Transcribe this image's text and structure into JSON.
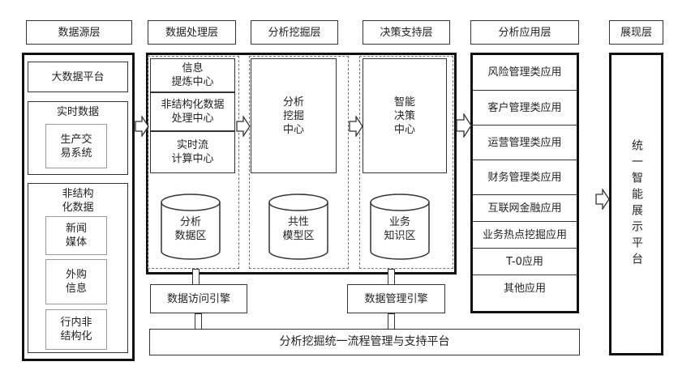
{
  "headers": {
    "data_source": "数据源层",
    "data_processing": "数据处理层",
    "analysis_mining": "分析挖掘层",
    "decision_support": "决策支持层",
    "analysis_application": "分析应用层",
    "presentation": "展现层"
  },
  "data_source": {
    "big_data_platform": "大数据平台",
    "realtime_data": "实时数据",
    "production_trading": "生产交\n易系统",
    "unstructured_data": "非结构\n化数据",
    "news_media": "新闻\n媒体",
    "purchased_info": "外购\n信息",
    "in_bank_unstructured": "行内非\n结构化"
  },
  "processing": {
    "info_refining": "信息\n提炼中心",
    "unstructured_processing": "非结构化数据\n处理中心",
    "stream_computing": "实时流\n计算中心",
    "analysis_data_zone": "分析\n数据区"
  },
  "mining": {
    "analysis_mining_center": "分析\n挖掘\n中心",
    "common_model_zone": "共性\n模型区"
  },
  "decision": {
    "smart_decision_center": "智能\n决策\n中心",
    "business_knowledge_zone": "业务\n知识区"
  },
  "applications": [
    "风险管理类应用",
    "客户管理类应用",
    "运营管理类应用",
    "财务管理类应用",
    "互联网金融应用",
    "业务热点挖掘应用",
    "T-0应用",
    "其他应用"
  ],
  "presentation": {
    "unified_display": "统一智能展示平台"
  },
  "engines": {
    "data_access": "数据访问引擎",
    "data_management": "数据管理引擎"
  },
  "platform": {
    "unified_process": "分析挖掘统一流程管理与支持平台"
  }
}
